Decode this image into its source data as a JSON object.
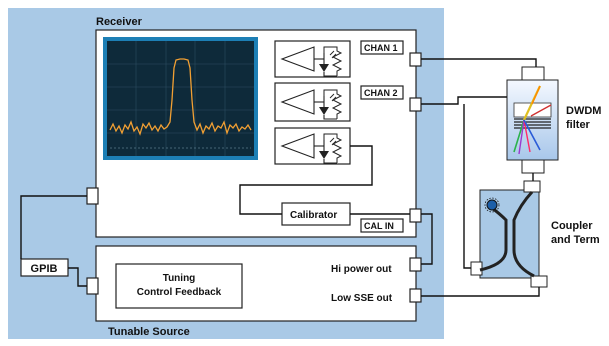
{
  "labels": {
    "receiver": "Receiver",
    "tunable_source": "Tunable Source",
    "chan1": "CHAN 1",
    "chan2": "CHAN 2",
    "cal_in": "CAL IN",
    "calibrator": "Calibrator",
    "gpib": "GPIB",
    "tuning_line1": "Tuning",
    "tuning_line2": "Control Feedback",
    "hi_power_out": "Hi power out",
    "low_sse_out": "Low SSE out",
    "dwdm_line1": "DWDM",
    "dwdm_line2": "filter",
    "coupler_line1": "Coupler",
    "coupler_line2": "and Term"
  },
  "colors": {
    "panel_blue": "#a9c9e6",
    "screen_bg": "#0e2a3a",
    "trace": "#f2a033",
    "screen_frame": "#1d7fb5"
  }
}
